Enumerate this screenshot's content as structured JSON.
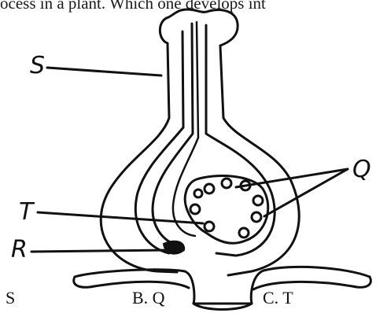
{
  "header_text": "ocess in a plant. Which one develops int",
  "labels": {
    "s": "S",
    "q": "Q",
    "t": "T",
    "r": "R"
  },
  "options": {
    "left": ". S",
    "middle": "B. Q",
    "right": "C. T"
  },
  "colors": {
    "ink": "#111111",
    "paper": "#ffffff"
  }
}
